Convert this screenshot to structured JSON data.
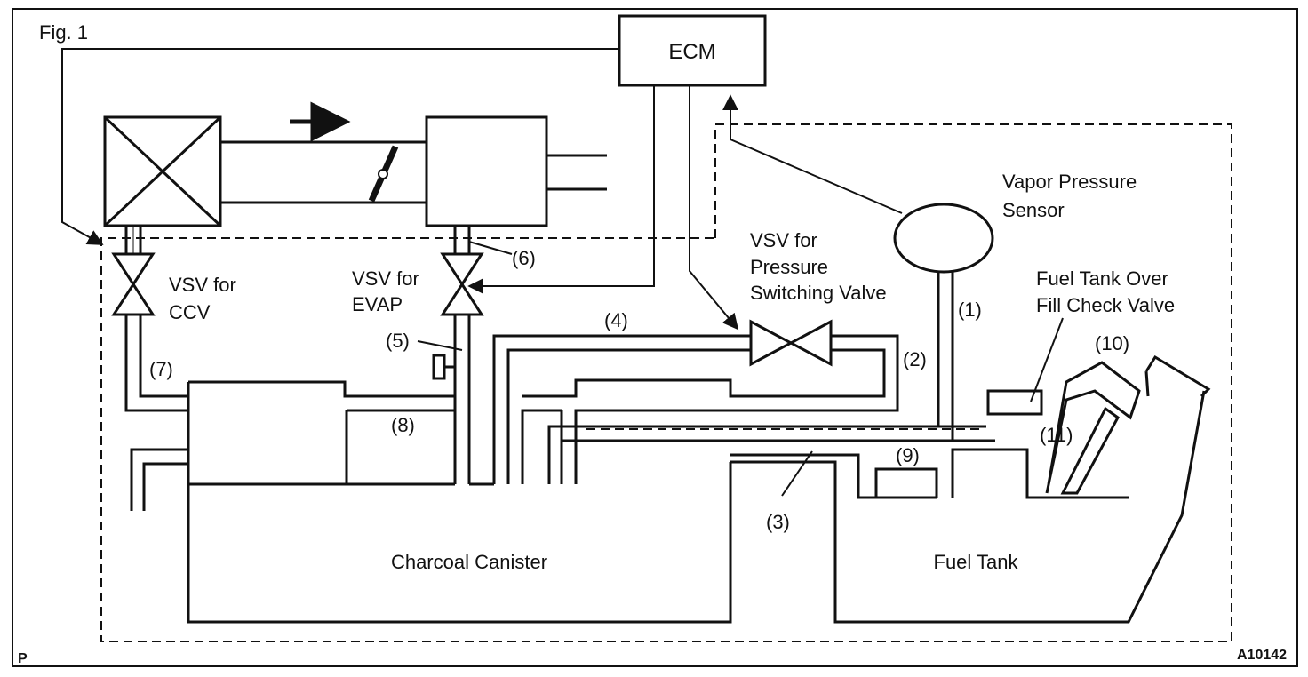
{
  "figure": {
    "fig_label": "Fig. 1",
    "corner_mark": "P",
    "ref_code": "A10142"
  },
  "components": {
    "ecm": "ECM",
    "vapor_pressure_sensor": [
      "Vapor Pressure",
      "Sensor"
    ],
    "vsv_pressure": [
      "VSV for",
      "Pressure",
      "Switching Valve"
    ],
    "vsv_ccv": [
      "VSV for",
      "CCV"
    ],
    "vsv_evap": [
      "VSV for",
      "EVAP"
    ],
    "over_fill_valve": [
      "Fuel Tank Over",
      "Fill Check Valve"
    ],
    "canister": "Charcoal Canister",
    "fuel_tank": "Fuel Tank"
  },
  "callouts": [
    "(1)",
    "(2)",
    "(3)",
    "(4)",
    "(5)",
    "(6)",
    "(7)",
    "(8)",
    "(9)",
    "(10)",
    "(11)"
  ]
}
